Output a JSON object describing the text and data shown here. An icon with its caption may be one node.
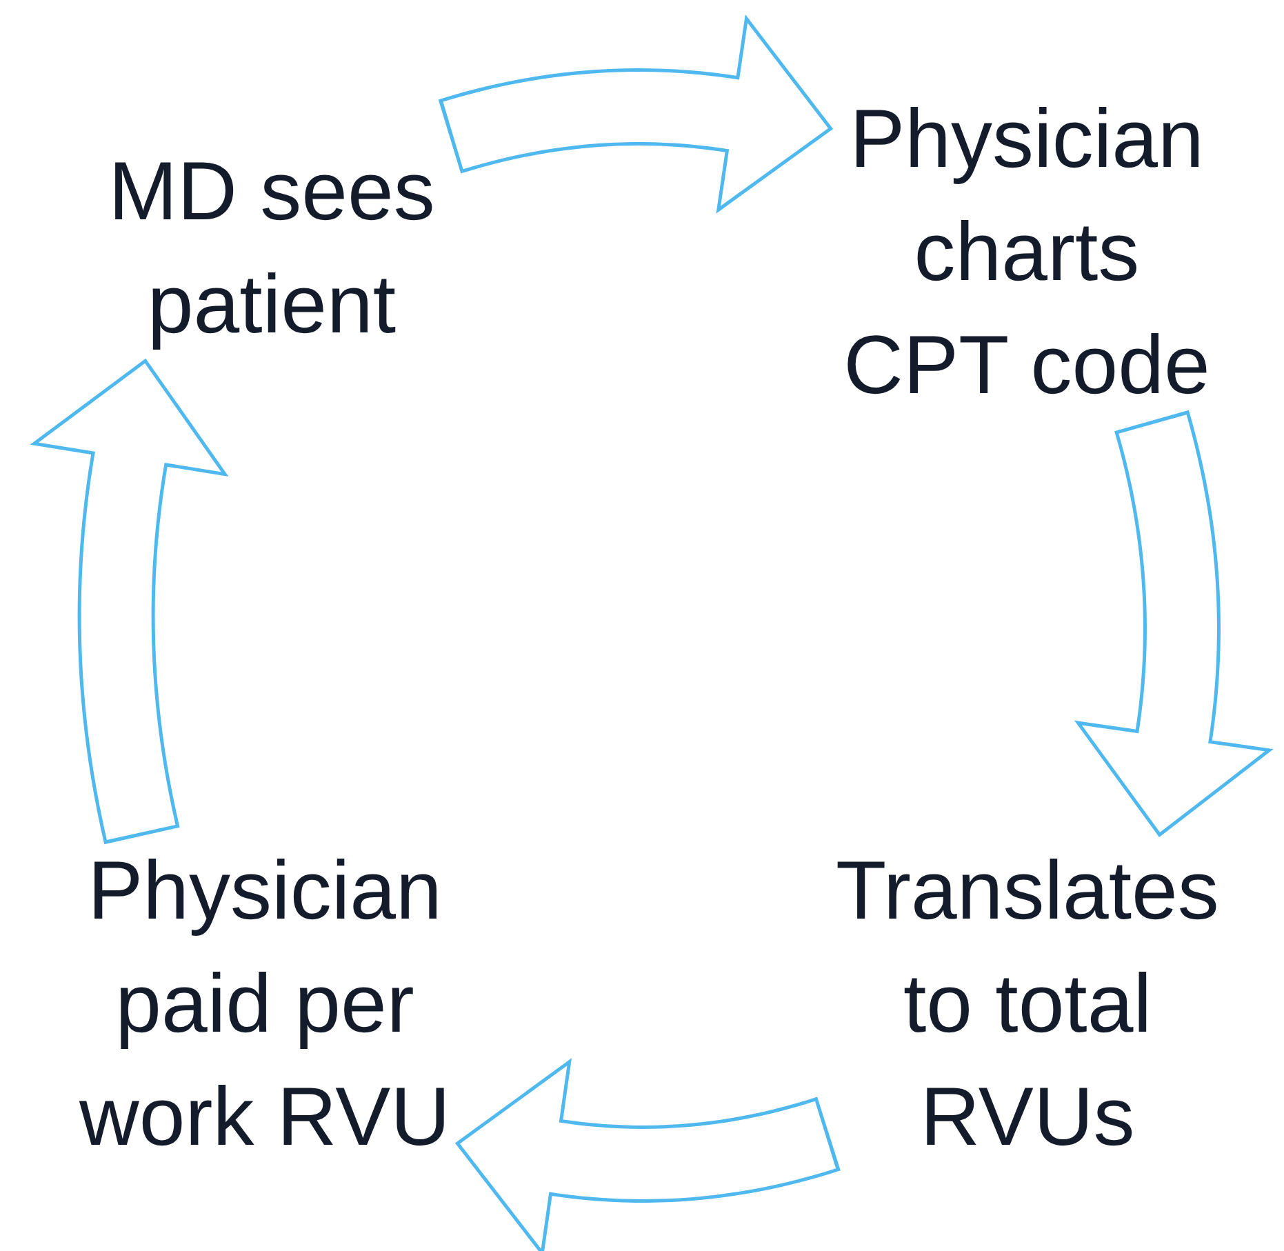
{
  "diagram": {
    "nodes": [
      {
        "text": [
          "MD sees patient"
        ]
      },
      {
        "text": [
          "Physician charts CPT code"
        ]
      },
      {
        "text": [
          "Translates to total RVUs"
        ]
      },
      {
        "text": [
          "Physician paid per work RVU"
        ]
      }
    ],
    "edges": [
      {
        "from": 0,
        "to": 1,
        "arrow": "to"
      },
      {
        "from": 1,
        "to": 2,
        "arrow": "to"
      },
      {
        "from": 2,
        "to": 3,
        "arrow": "to"
      },
      {
        "from": 3,
        "to": 0,
        "arrow": "to"
      }
    ]
  }
}
